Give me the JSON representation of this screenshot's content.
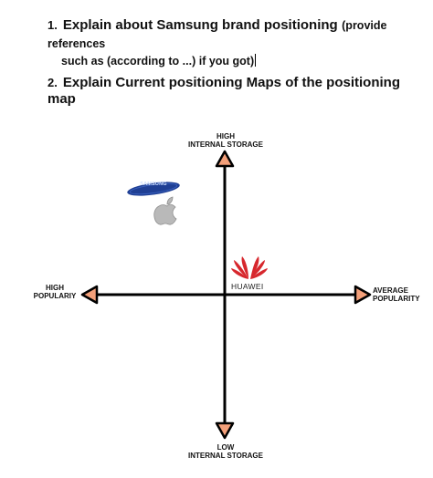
{
  "questions": [
    {
      "number": "1.",
      "title": "Explain about Samsung brand positioning",
      "note": "(provide references",
      "continuation": "such as (according to ...) if you got)"
    },
    {
      "number": "2.",
      "title": "Explain Current positioning Maps of the positioning map"
    }
  ],
  "positioning_map": {
    "top_label_line1": "HIGH",
    "top_label_line2": "INTERNAL STORAGE",
    "bottom_label_line1": "LOW",
    "bottom_label_line2": "INTERNAL STORAGE",
    "left_label_line1": "HIGH",
    "left_label_line2": "POPULARIY",
    "right_label_line1": "AVERAGE",
    "right_label_line2": "POPULARITY",
    "brands": {
      "samsung_logo_text": "SAMSUNG",
      "apple_logo": "apple-icon",
      "huawei_logo_text": "HUAWEI"
    },
    "colors": {
      "arrowhead_fill": "#f4a07a",
      "samsung_blue": "#1f3f94",
      "huawei_red": "#d7272d",
      "apple_gray": "#b9b9b9"
    }
  }
}
